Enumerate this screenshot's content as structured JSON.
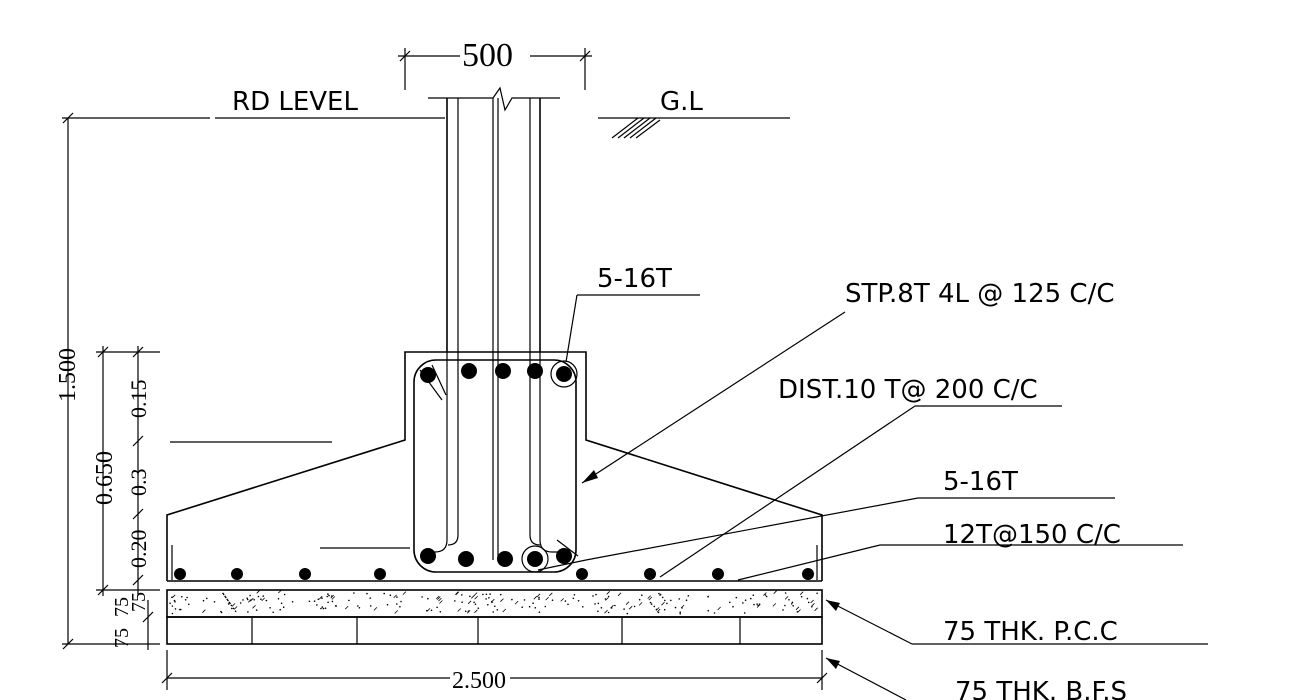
{
  "top_dim": {
    "value": "500"
  },
  "labels": {
    "rd_level": "RD LEVEL",
    "gl": "G.L",
    "top_bars": "5-16T",
    "stirrups": "STP.8T 4L @ 125 C/C",
    "dist": "DIST.10 T@ 200 C/C",
    "bottom_bars": "5-16T",
    "footing_bars": "12T@150 C/C",
    "pcc": "75 THK. P.C.C",
    "bfs": "75 THK. B.F.S"
  },
  "dims": {
    "total_depth": "1.500",
    "footing_depth": "0.650",
    "d_015": "0.15",
    "d_03": "0.3",
    "d_020": "0.20",
    "d_75a": "75",
    "d_75b": "75",
    "d_75c": "75",
    "width": "2.500"
  }
}
